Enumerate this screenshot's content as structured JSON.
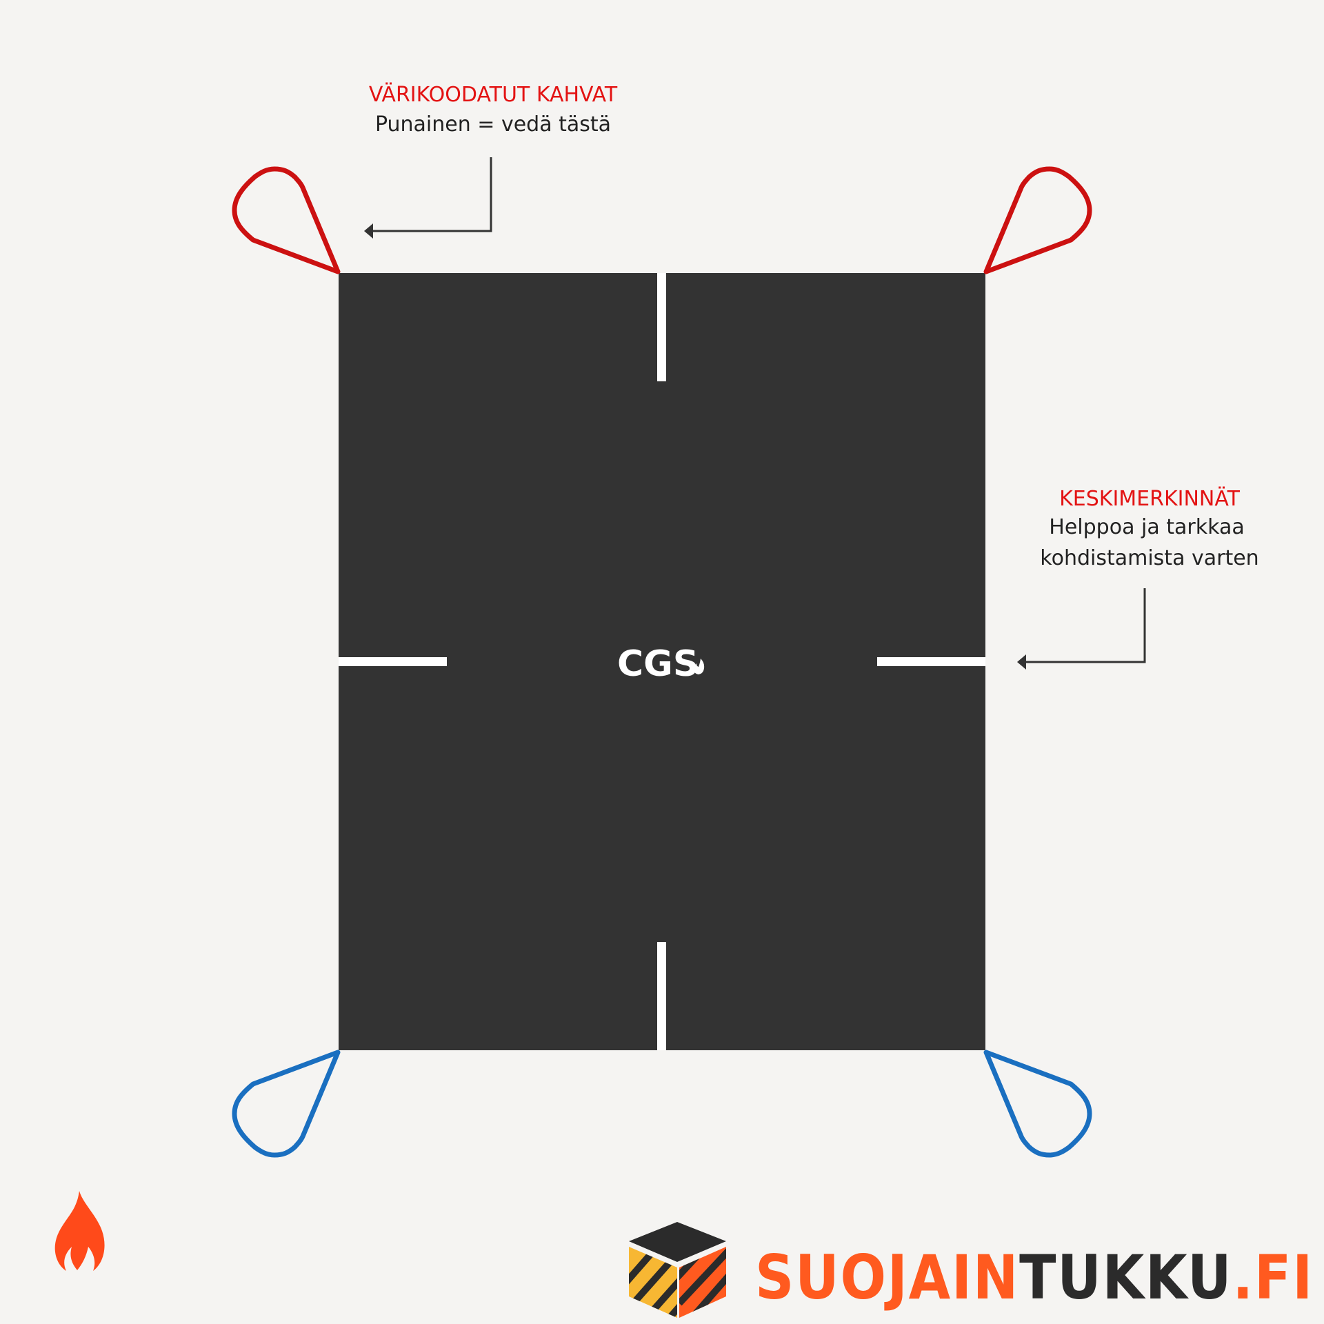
{
  "callouts": {
    "handles": {
      "title": "VÄRIKOODATUT KAHVAT",
      "body": "Punainen = vedä tästä"
    },
    "center_marks": {
      "title": "KESKIMERKINNÄT",
      "body_line1": "Helppoa ja tarkkaa",
      "body_line2": "kohdistamista varten"
    }
  },
  "blanket": {
    "logo_text": "CGS"
  },
  "brand": {
    "name_part1": "SUOJAIN",
    "name_part2": "TUKKU",
    "name_part3": ".FI"
  },
  "colors": {
    "background": "#f5f4f2",
    "blanket": "#333333",
    "handle_top": "#cc1111",
    "handle_bottom": "#1a6fc0",
    "callout_title": "#e31313",
    "brand_orange": "#ff5a1f",
    "brand_dark": "#2b2b2b"
  },
  "icons": {
    "flame": "flame-icon",
    "box": "hazard-box-icon"
  }
}
